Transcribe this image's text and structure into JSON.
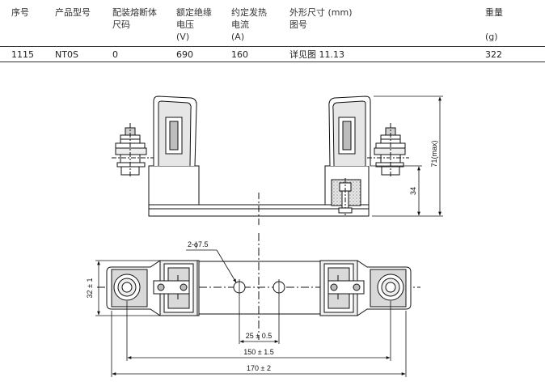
{
  "table": {
    "headers": {
      "serial": "序号",
      "model": "产品型号",
      "fuse_size_1": "配装熔断体",
      "fuse_size_2": "尺码",
      "voltage_1": "额定绝缘",
      "voltage_2": "电压",
      "voltage_3": "(V)",
      "current_1": "约定发热",
      "current_2": "电流",
      "current_3": "(A)",
      "dims_1": "外形尺寸 (mm)",
      "dims_2": "图号",
      "weight_1": "重量",
      "weight_2": "(g)"
    },
    "row": {
      "serial": "1115",
      "model": "NT0S",
      "fuse_size": "0",
      "voltage": "690",
      "current": "160",
      "dims": "详见图 11.13",
      "weight": "322"
    }
  },
  "drawing": {
    "dim_height_max": "71(max)",
    "dim_height": "34",
    "dim_hole": "2-ϕ7.5",
    "dim_width": "32 ± 1",
    "dim_hole_spacing": "25 ± 0.5",
    "dim_mount": "150 ± 1.5",
    "dim_overall": "170 ± 2",
    "colors": {
      "line": "#111111",
      "gray_fill": "#d9d9d9",
      "light_fill": "#f0f0f0"
    }
  }
}
